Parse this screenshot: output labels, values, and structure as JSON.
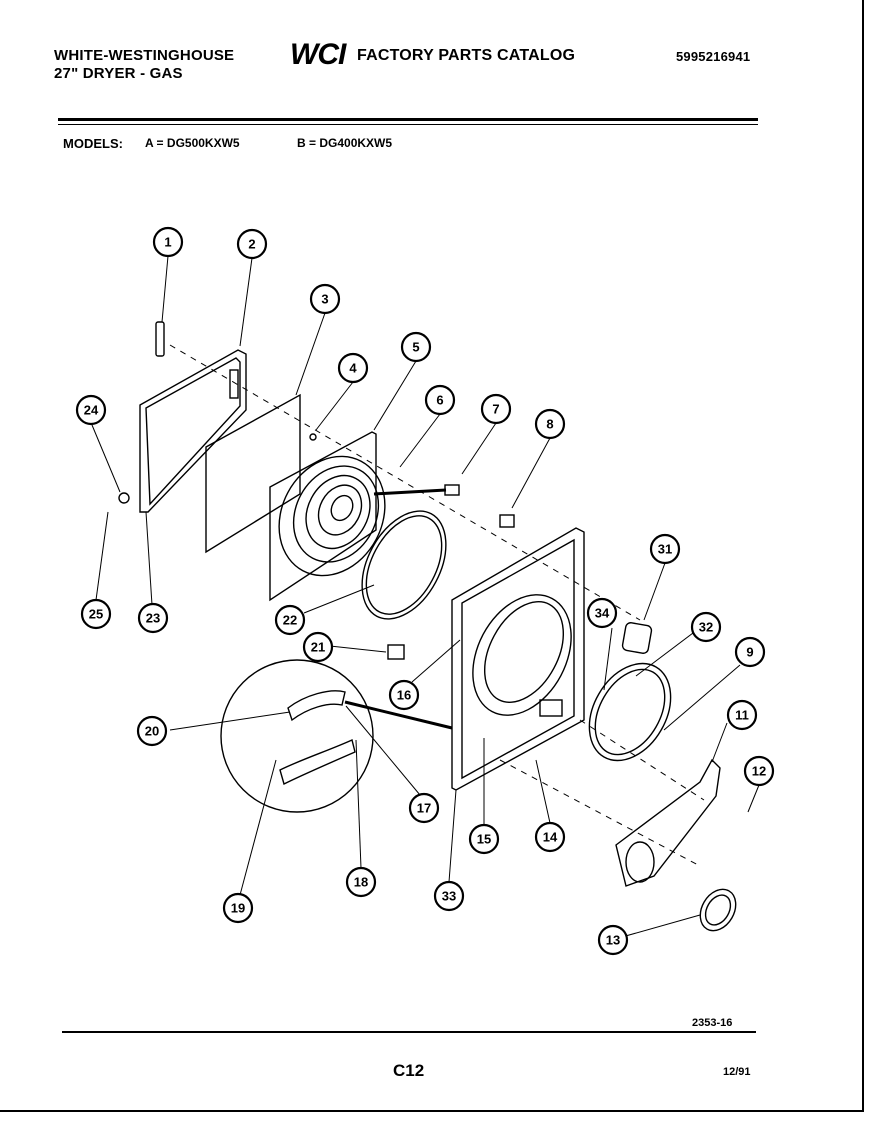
{
  "header": {
    "brand_line1": "WHITE-WESTINGHOUSE",
    "brand_line2": "27\" DRYER - GAS",
    "logo": "WCI",
    "catalog_title": "FACTORY PARTS CATALOG",
    "part_number": "5995216941"
  },
  "models": {
    "label": "MODELS:",
    "model_a": "A = DG500KXW5",
    "model_b": "B = DG400KXW5"
  },
  "footer": {
    "figure_number": "2353-16",
    "page": "C12",
    "date": "12/91"
  },
  "callouts": {
    "c1": "1",
    "c2": "2",
    "c3": "3",
    "c4": "4",
    "c5": "5",
    "c6": "6",
    "c7": "7",
    "c8": "8",
    "c9": "9",
    "c11": "11",
    "c12": "12",
    "c13": "13",
    "c14": "14",
    "c15": "15",
    "c16": "16",
    "c17": "17",
    "c18": "18",
    "c19": "19",
    "c20": "20",
    "c21": "21",
    "c22": "22",
    "c23": "23",
    "c24": "24",
    "c25": "25",
    "c31": "31",
    "c32": "32",
    "c33": "33",
    "c34": "34"
  }
}
